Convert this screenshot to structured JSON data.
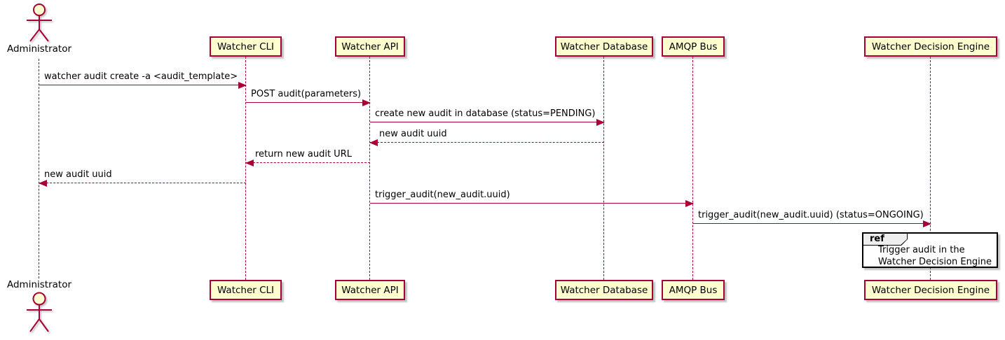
{
  "diagram_type": "uml-sequence",
  "colors": {
    "participant_fill": "#FEFECE",
    "accent_line": "#A80036",
    "text": "#000000",
    "ref_border": "#000000",
    "ref_header_fill": "#EEEEEE",
    "background": "#FFFFFF"
  },
  "participants": [
    {
      "label": "Administrator",
      "type": "actor"
    },
    {
      "label": "Watcher CLI",
      "type": "participant"
    },
    {
      "label": "Watcher API",
      "type": "participant"
    },
    {
      "label": "Watcher Database",
      "type": "participant"
    },
    {
      "label": "AMQP Bus",
      "type": "participant"
    },
    {
      "label": "Watcher Decision Engine",
      "type": "participant"
    }
  ],
  "messages": [
    {
      "text": "watcher audit create -a <audit_template>",
      "from": "Administrator",
      "to": "Watcher CLI",
      "style": "solid"
    },
    {
      "text": "POST audit(parameters)",
      "from": "Watcher CLI",
      "to": "Watcher API",
      "style": "solid"
    },
    {
      "text": "create new audit in database (status=PENDING)",
      "from": "Watcher API",
      "to": "Watcher Database",
      "style": "solid"
    },
    {
      "text": "new audit uuid",
      "from": "Watcher Database",
      "to": "Watcher API",
      "style": "dashed"
    },
    {
      "text": "return new audit URL",
      "from": "Watcher API",
      "to": "Watcher CLI",
      "style": "dashed"
    },
    {
      "text": "new audit uuid",
      "from": "Watcher CLI",
      "to": "Administrator",
      "style": "dashed"
    },
    {
      "text": "trigger_audit(new_audit.uuid)",
      "from": "Watcher API",
      "to": "AMQP Bus",
      "style": "solid"
    },
    {
      "text": "trigger_audit(new_audit.uuid) (status=ONGOING)",
      "from": "AMQP Bus",
      "to": "Watcher Decision Engine",
      "style": "solid"
    }
  ],
  "ref_fragment": {
    "keyword": "ref",
    "lines": [
      "Trigger audit in the",
      "Watcher Decision Engine"
    ]
  }
}
